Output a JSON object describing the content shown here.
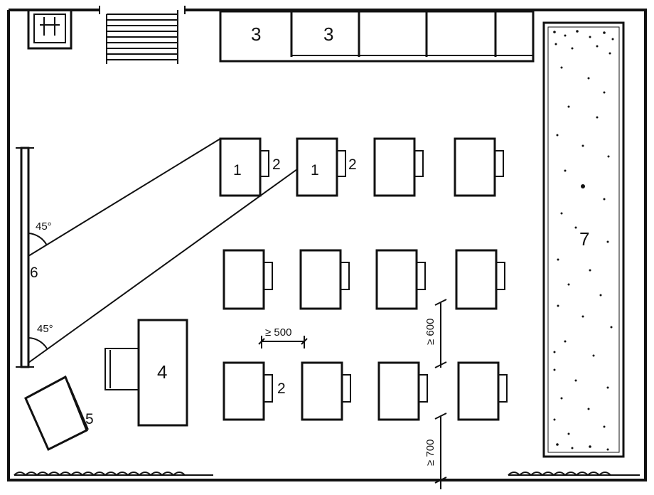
{
  "labels": {
    "desk": "1",
    "chair": "2",
    "cabinet": "3",
    "teacher_desk": "4",
    "side_table": "5",
    "blackboard": "6",
    "plant_area": "7"
  },
  "angles": {
    "upper": "45°",
    "lower": "45°"
  },
  "dimensions": {
    "desk_spacing": "≥ 500",
    "row_gap": "≥ 600",
    "aisle_gap": "≥ 700"
  },
  "colors": {
    "ink": "#111111",
    "paper": "#ffffff"
  }
}
